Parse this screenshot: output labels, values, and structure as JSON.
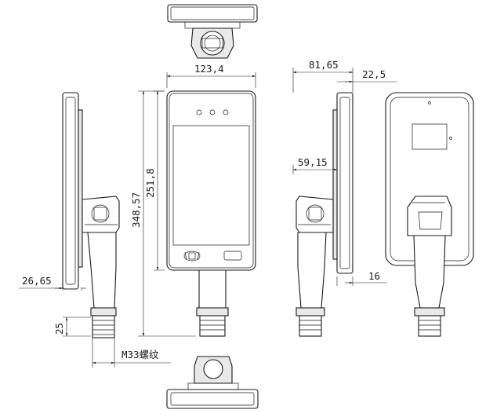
{
  "dimensions": {
    "width": "123,4",
    "height_screen": "251,8",
    "height_total": "348,57",
    "depth_total": "81,65",
    "depth_back": "22,5",
    "depth_mount": "59,15",
    "side_offset": "26,65",
    "back_offset": "16",
    "thread_height": "25",
    "thread_label": "M33螺纹"
  }
}
